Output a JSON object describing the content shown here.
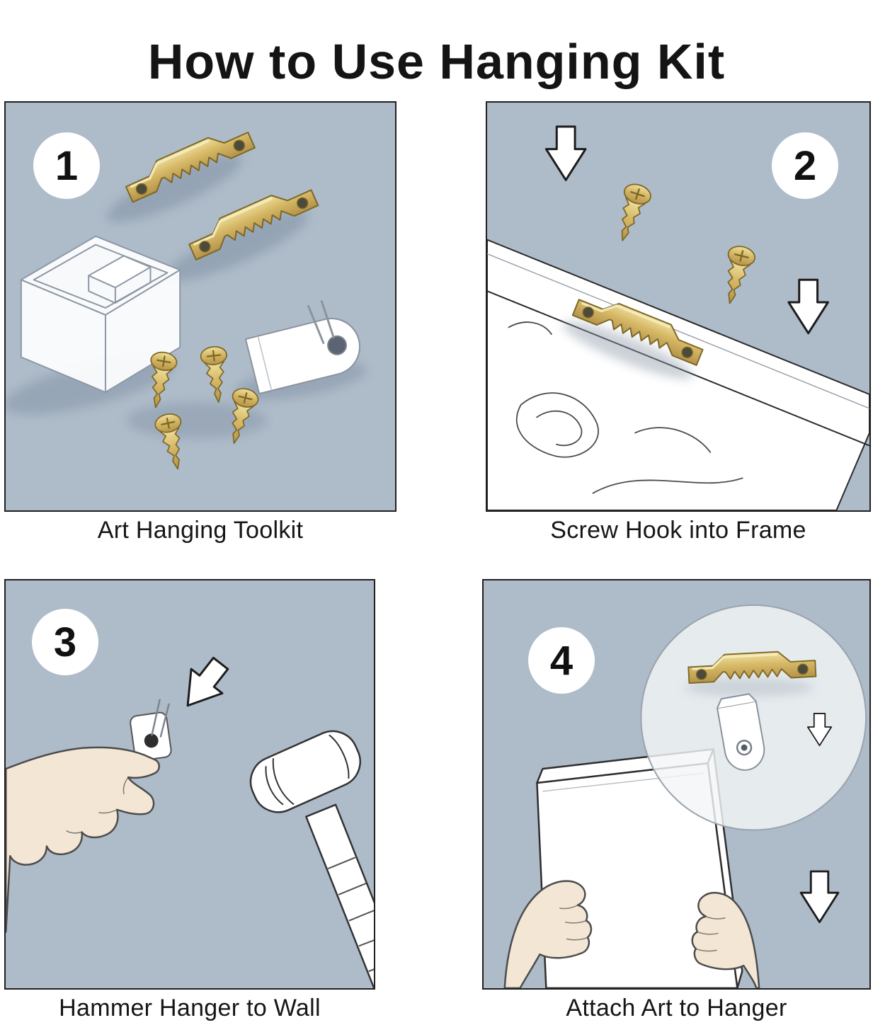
{
  "title": "How to Use Hanging  Kit",
  "colors": {
    "panel-bg": "#aebbc9",
    "brass": "#d6b866",
    "brass-dark": "#7c6827",
    "skin": "#f3e6d4",
    "outline": "#202020"
  },
  "steps": [
    {
      "number": "1",
      "caption": "Art Hanging Toolkit"
    },
    {
      "number": "2",
      "caption": "Screw Hook into Frame"
    },
    {
      "number": "3",
      "caption": "Hammer Hanger to Wall"
    },
    {
      "number": "4",
      "caption": "Attach Art to Hanger"
    }
  ]
}
